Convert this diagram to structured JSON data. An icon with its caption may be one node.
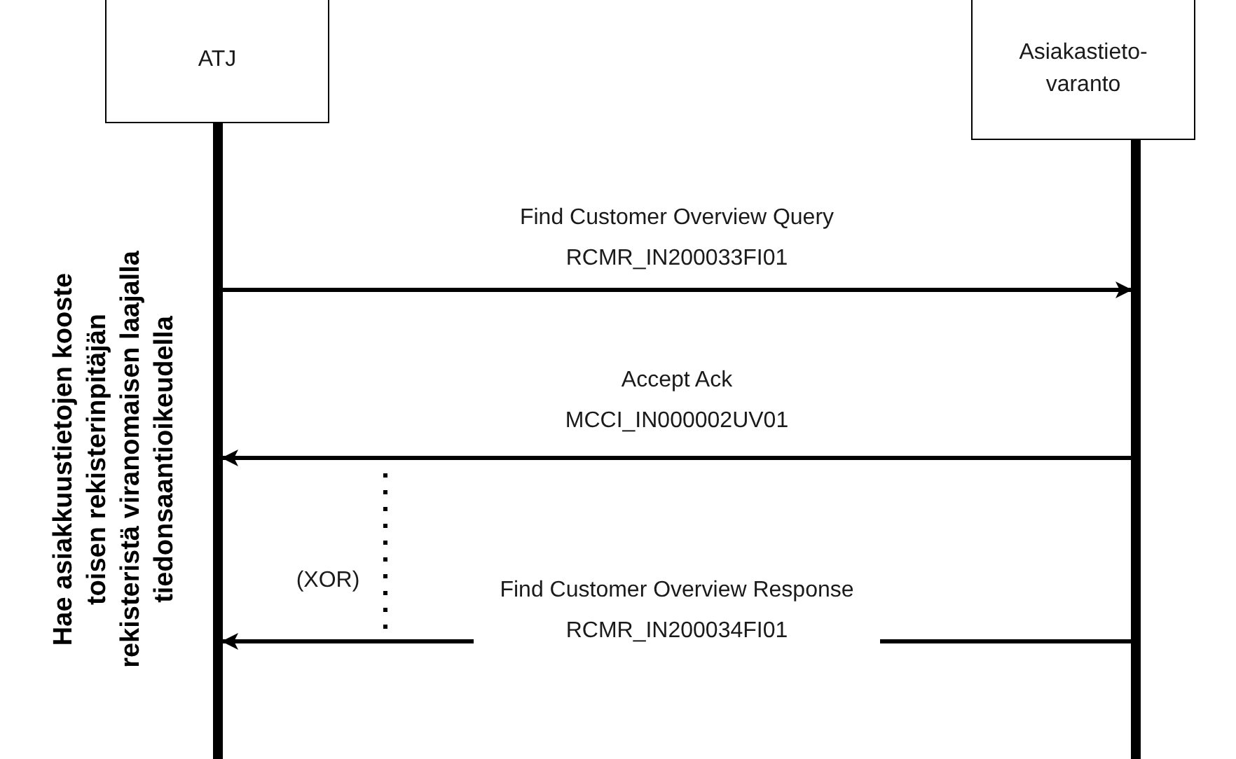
{
  "diagram": {
    "nodes": [
      {
        "text": [
          "ATJ"
        ]
      },
      {
        "text": [
          "Asiakastieto-varanto"
        ]
      },
      {
        "text": [],
        "shape": "bar"
      },
      {
        "text": [],
        "shape": "bar"
      }
    ],
    "edges": [
      {
        "from": 2,
        "to": 3,
        "arrow": "to",
        "label": "Find Customer Overview Query RCMR_IN200033FI01"
      },
      {
        "from": 3,
        "to": 2,
        "arrow": "to",
        "label": "Accept Ack MCCI_IN000002UV01"
      },
      {
        "from": 3,
        "to": 2,
        "arrow": "to",
        "label": "Find Customer Overview Response RCMR_IN200034FI01"
      }
    ],
    "labels": [
      "Hae asiakkuustietojen kooste toisen rekisterinpitäjän rekisteristä viranomaisen laajalla tiedonsaantioikeudella",
      "(XOR)"
    ]
  }
}
